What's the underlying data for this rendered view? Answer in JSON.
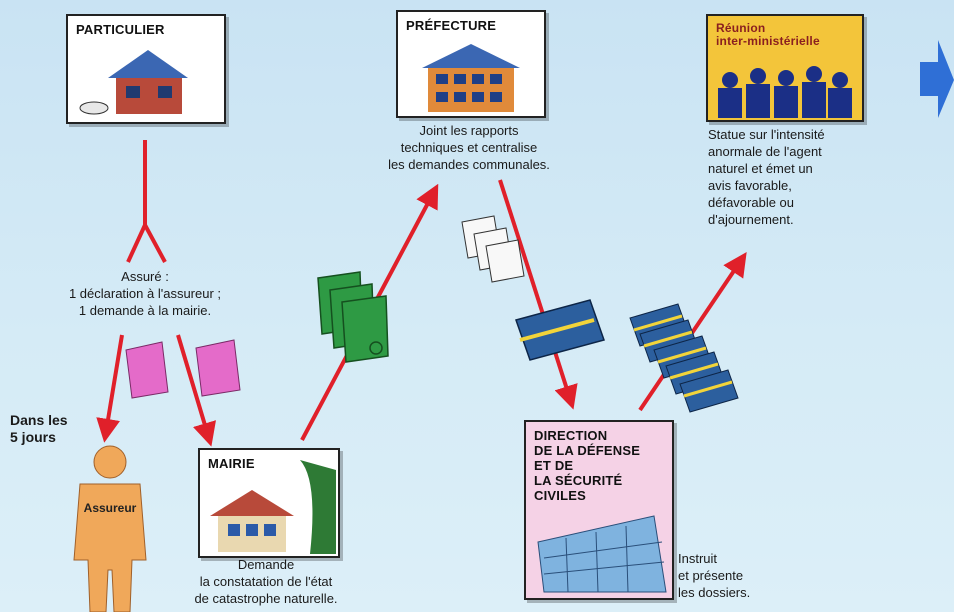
{
  "particulier": {
    "title": "PARTICULIER"
  },
  "prefecture": {
    "title": "PRÉFECTURE",
    "caption": "Joint les rapports\ntechniques et centralise\nles demandes communales."
  },
  "reunion": {
    "title": "Réunion\ninter-ministérielle",
    "caption": "Statue sur l'intensité\nanormale de l'agent\nnaturel et émet un\navis favorable,\ndéfavorable ou\nd'ajournement."
  },
  "assure": {
    "caption": "Assuré :\n1 déclaration à l'assureur ;\n1 demande à la mairie."
  },
  "delai": {
    "label": "Dans les\n5 jours"
  },
  "assureur": {
    "label": "Assureur"
  },
  "mairie": {
    "title": "MAIRIE",
    "caption": "Demande\nla constatation de l'état\nde catastrophe naturelle."
  },
  "ddsc": {
    "title": "DIRECTION\nDE LA DÉFENSE\nET DE\nLA SÉCURITÉ\nCIVILES",
    "caption": "Instruit\net présente\nles dossiers."
  },
  "colors": {
    "arrow": "#e0202a",
    "line": "#e0202a",
    "doc_green": "#2e9a44",
    "doc_pink": "#e46bc9",
    "folder_blue": "#2c5f9e",
    "folder_band": "#f2d43a",
    "house_brick": "#b84a3a",
    "roof_blue": "#3b67b3",
    "person_orange": "#f0a85a",
    "reunion_bg": "#f3c53a",
    "big_arrow": "#2f6fd6"
  }
}
